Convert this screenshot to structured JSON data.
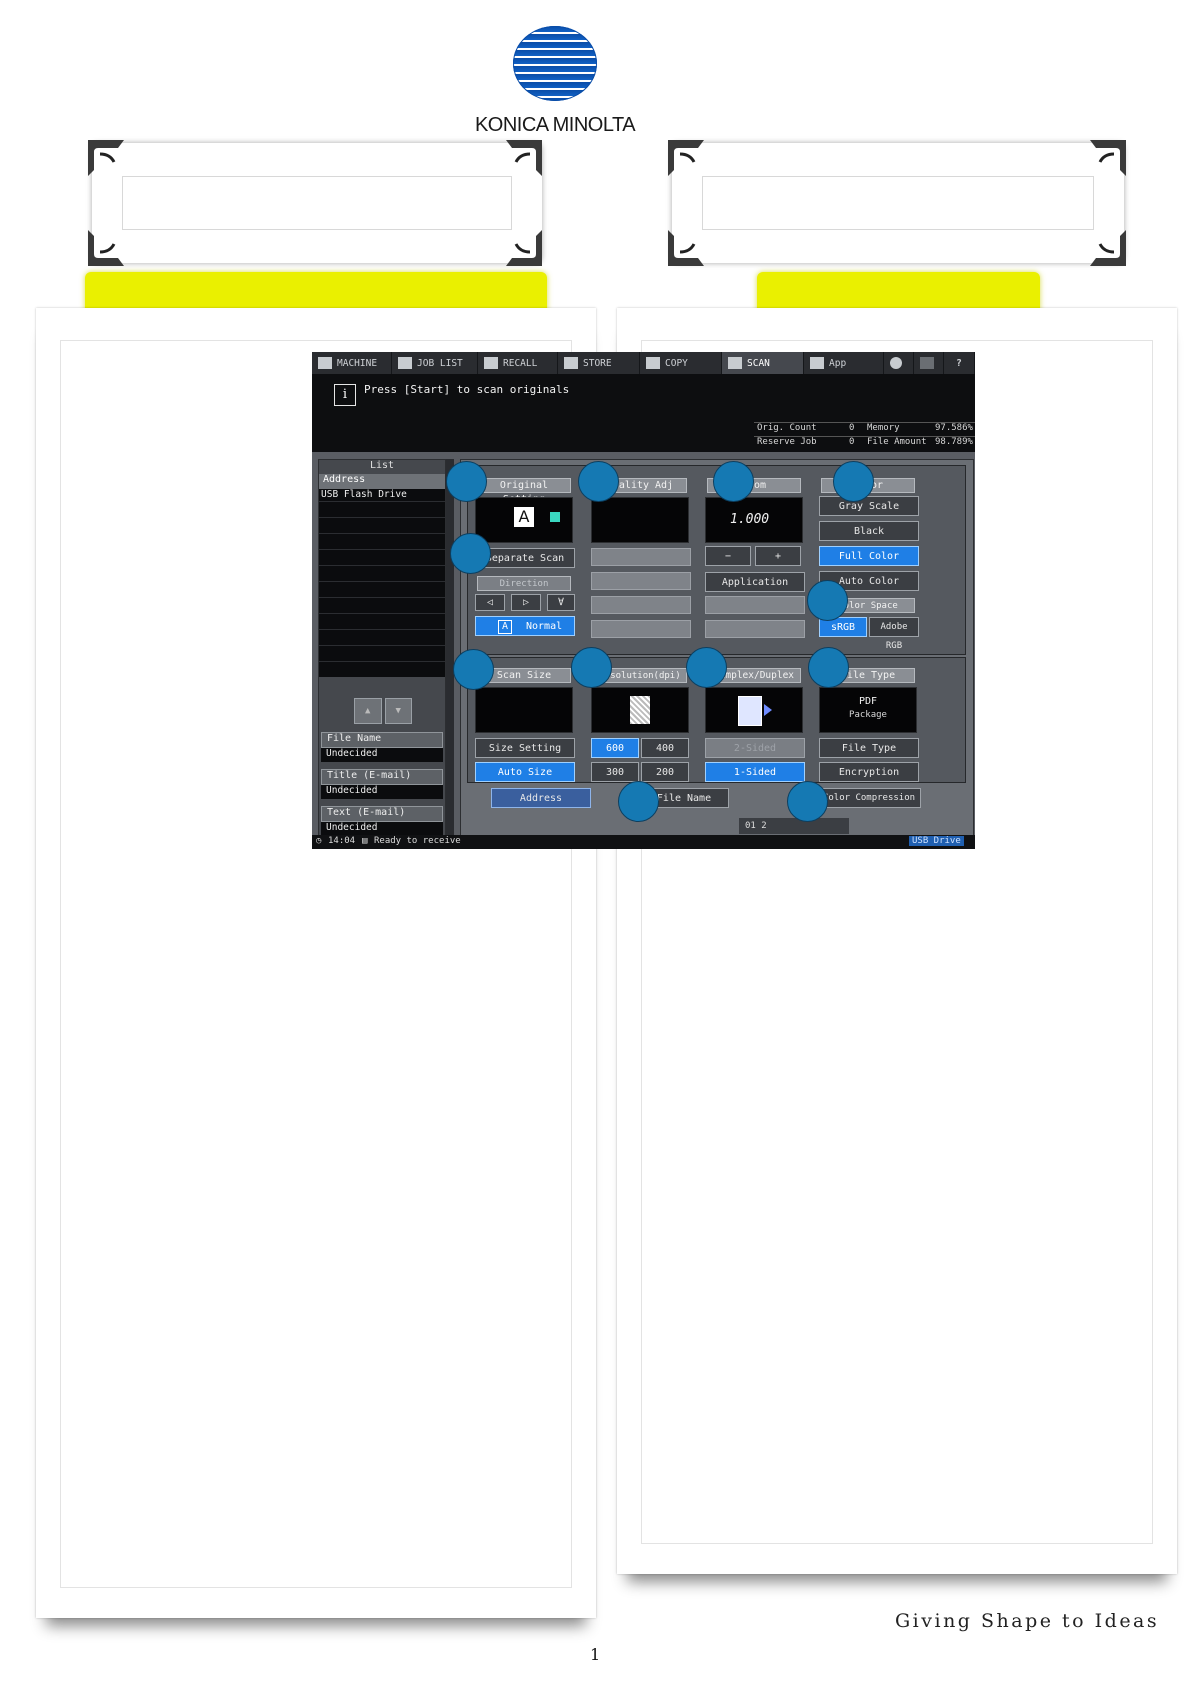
{
  "brand": "KONICA MINOLTA",
  "tagline": "Giving Shape to Ideas",
  "page_number": "1",
  "screen": {
    "tabs": [
      {
        "label": "MACHINE",
        "icon": "machine-icon"
      },
      {
        "label": "JOB LIST",
        "icon": "job-list-icon"
      },
      {
        "label": "RECALL",
        "icon": "recall-icon"
      },
      {
        "label": "STORE",
        "icon": "store-icon"
      },
      {
        "label": "COPY",
        "icon": "copy-icon"
      },
      {
        "label": "SCAN",
        "icon": "scan-icon",
        "active": true
      },
      {
        "label": "App",
        "icon": "app-grid-icon"
      }
    ],
    "globe_icon": "globe-icon",
    "help_label": "?",
    "message": "Press [Start] to scan originals",
    "counts": {
      "orig_count_label": "Orig. Count",
      "orig_count_value": "0",
      "reserve_job_label": "Reserve Job",
      "reserve_job_value": "0",
      "memory_label": "Memory",
      "memory_value": "97.586%",
      "file_amount_label": "File Amount",
      "file_amount_value": "98.789%"
    },
    "list": {
      "header": "List",
      "address_label": "Address",
      "address_value": "USB Flash Drive",
      "up_arrow": "▲",
      "down_arrow": "▼"
    },
    "fields": {
      "file_name_label": "File Name",
      "file_name_value": "Undecided",
      "title_label": "Title (E-mail)",
      "title_value": "Undecided",
      "text_label": "Text (E-mail)",
      "text_value": "Undecided"
    },
    "original_setting": {
      "title": "Original Setting",
      "preview_letter": "A",
      "separate_scan": "Separate Scan",
      "direction": "Direction",
      "normal": "Normal",
      "normal_letter": "A"
    },
    "quality_adj": {
      "title": "Quality Adj"
    },
    "zoom": {
      "title": "Zoom",
      "value": "1.000",
      "minus": "−",
      "plus": "+",
      "application": "Application"
    },
    "color": {
      "title": "Color",
      "options": [
        "Gray Scale",
        "Black",
        "Full Color",
        "Auto Color"
      ],
      "selected": "Full Color",
      "color_space": "Color Space",
      "srgb": "sRGB",
      "adobe_rgb": "Adobe RGB"
    },
    "scan_size": {
      "title": "Scan Size",
      "size_setting": "Size Setting",
      "auto_size": "Auto Size"
    },
    "resolution": {
      "title": "Resolution(dpi)",
      "options": [
        "600",
        "400",
        "300",
        "200"
      ],
      "selected": "600"
    },
    "simplex_duplex": {
      "title": "Simplex/Duplex",
      "two_sided": "2-Sided",
      "one_sided": "1-Sided"
    },
    "file_type": {
      "title": "File Type",
      "format": "PDF",
      "format_sub": "Package",
      "file_type_button": "File Type",
      "encryption": "Encryption"
    },
    "bottom_buttons": {
      "address": "Address",
      "file_name": "File Name",
      "color_compression": "Color Compression"
    },
    "page_indicator": "01 2",
    "status": {
      "time": "14:04",
      "ready": "Ready to receive",
      "usb": "USB Drive"
    }
  },
  "colors": {
    "accent_blue": "#1f7fe6",
    "highlight_yellow": "#eaf000",
    "callout_circle": "#1579b3"
  }
}
